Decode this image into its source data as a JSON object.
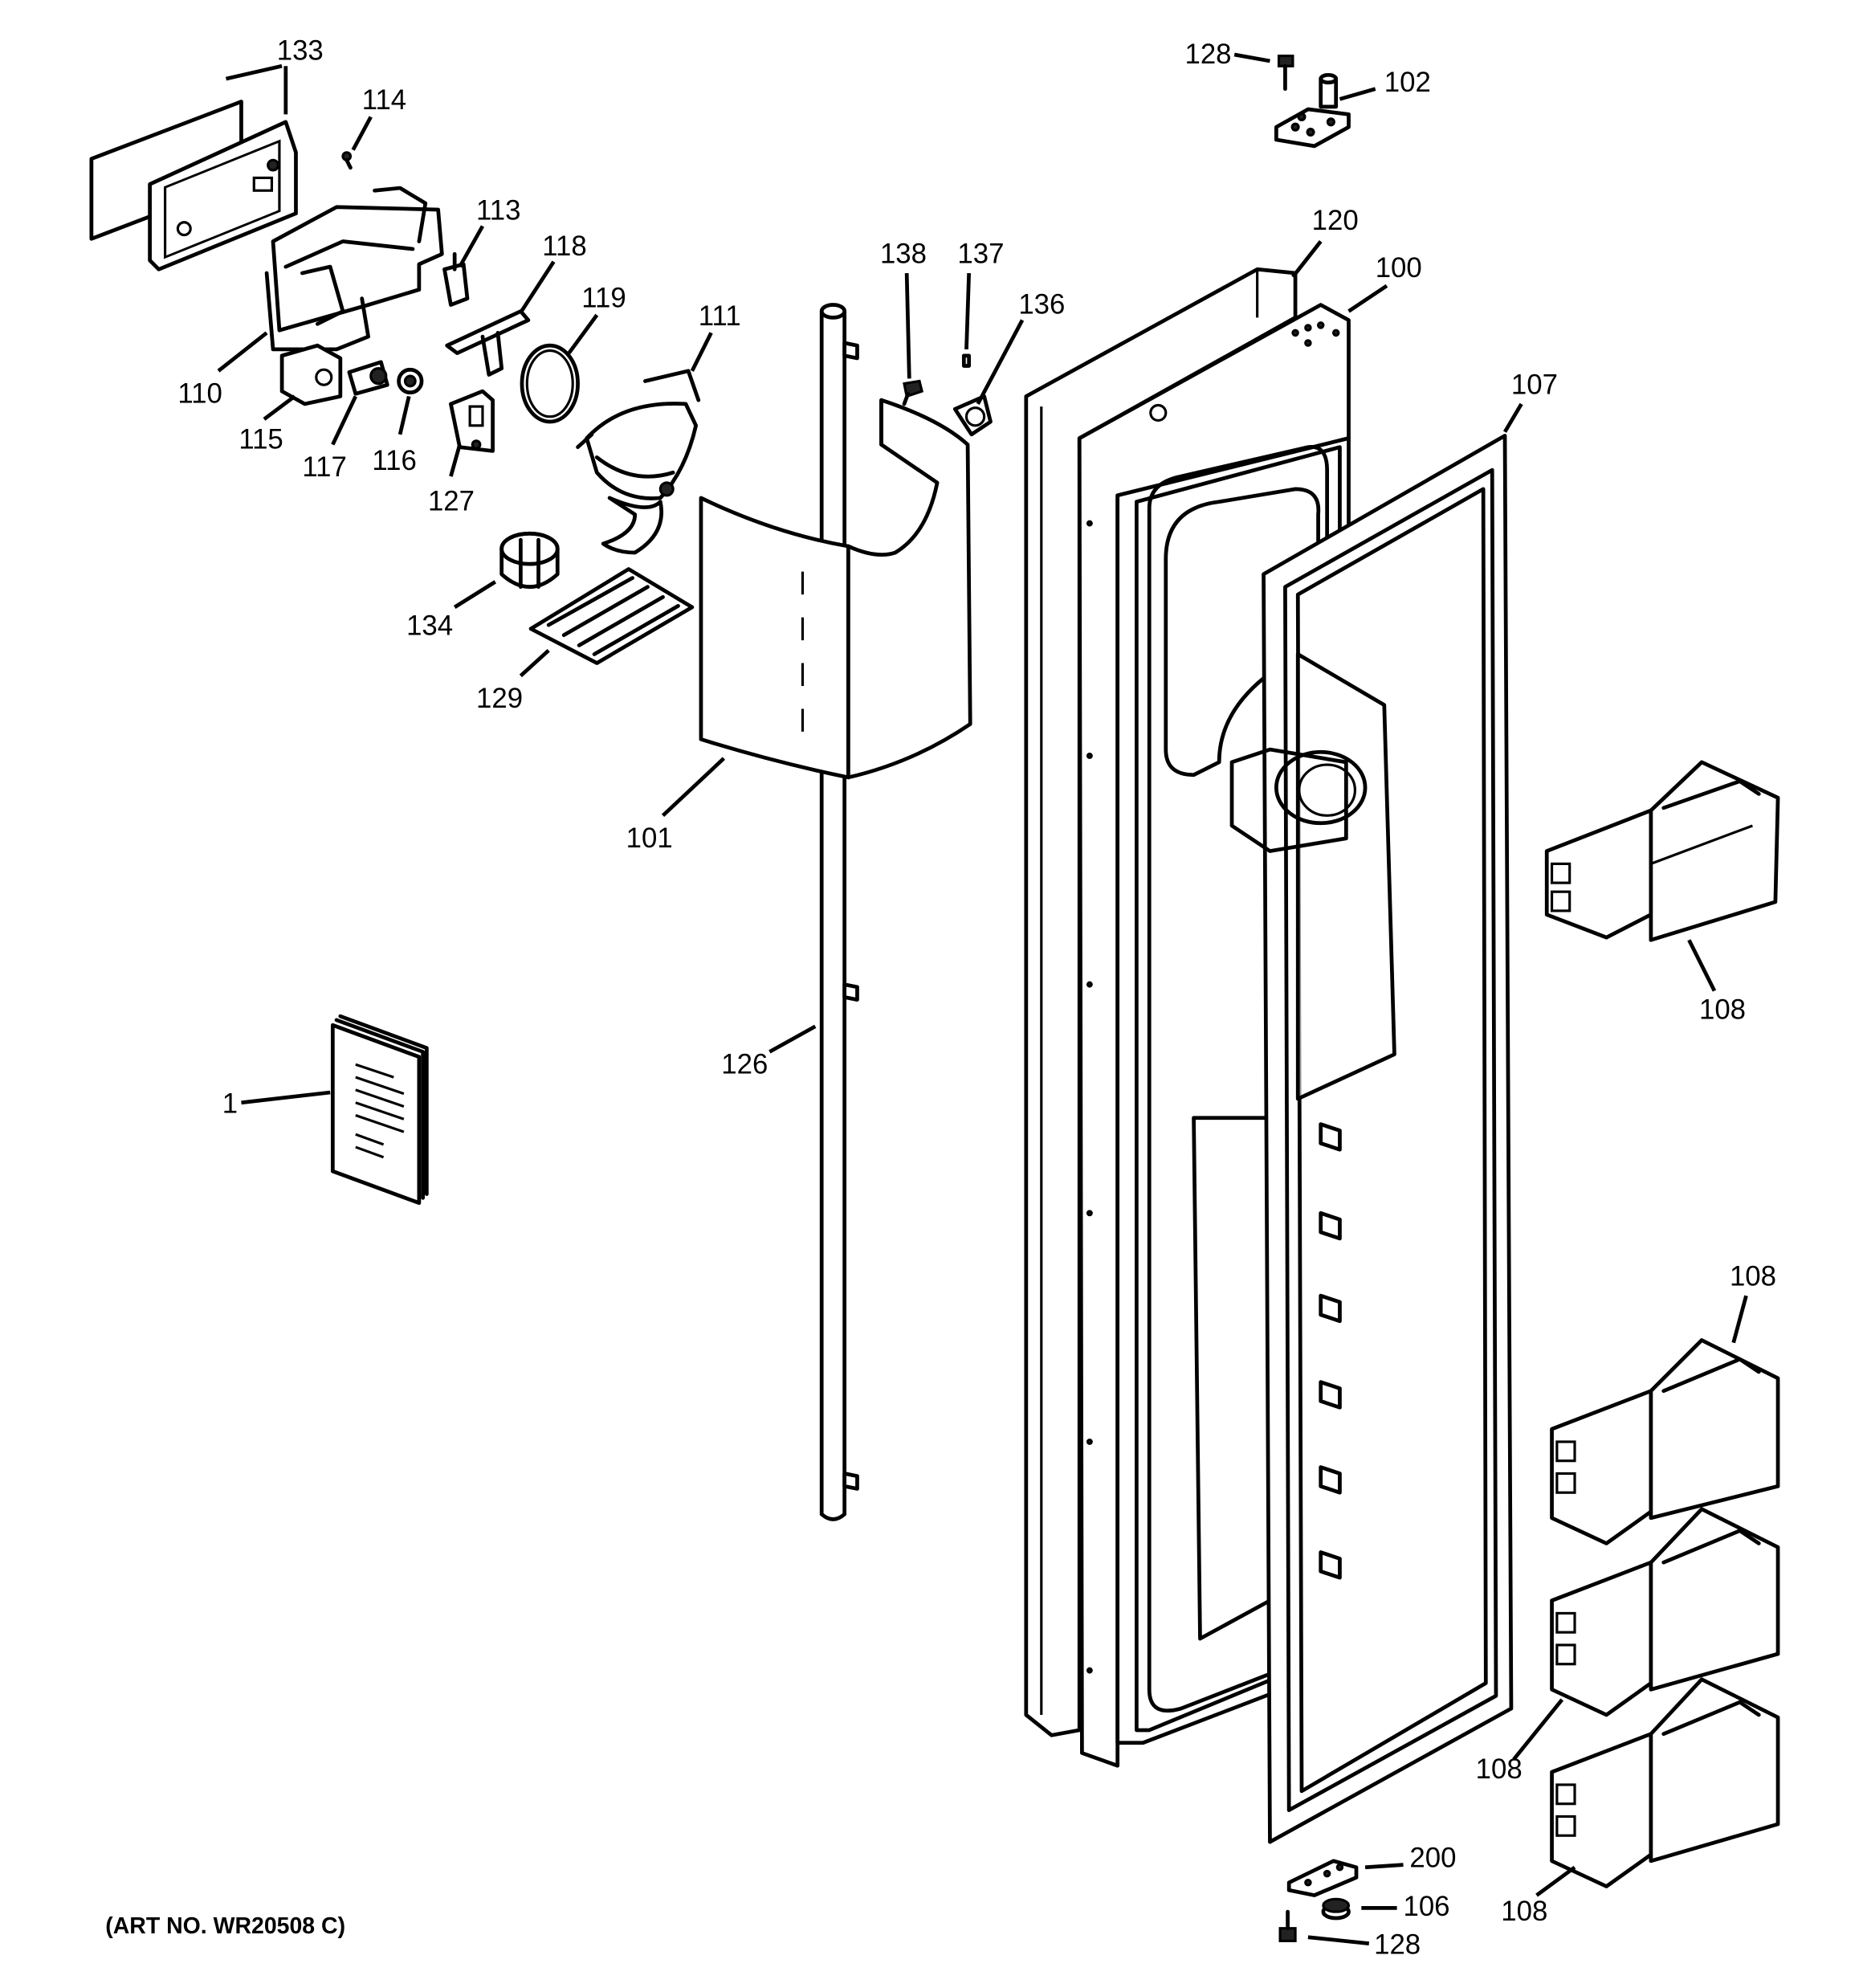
{
  "art_number": "(ART NO. WR20508 C)",
  "callouts": {
    "c1": "1",
    "c100": "100",
    "c101": "101",
    "c102": "102",
    "c106": "106",
    "c107": "107",
    "c108a": "108",
    "c108b": "108",
    "c108c": "108",
    "c108d": "108",
    "c110": "110",
    "c111": "111",
    "c113": "113",
    "c114": "114",
    "c115": "115",
    "c116": "116",
    "c117": "117",
    "c118": "118",
    "c119": "119",
    "c120": "120",
    "c126": "126",
    "c127": "127",
    "c128a": "128",
    "c128b": "128",
    "c129": "129",
    "c133": "133",
    "c134": "134",
    "c136": "136",
    "c137": "137",
    "c138": "138",
    "c200": "200"
  }
}
